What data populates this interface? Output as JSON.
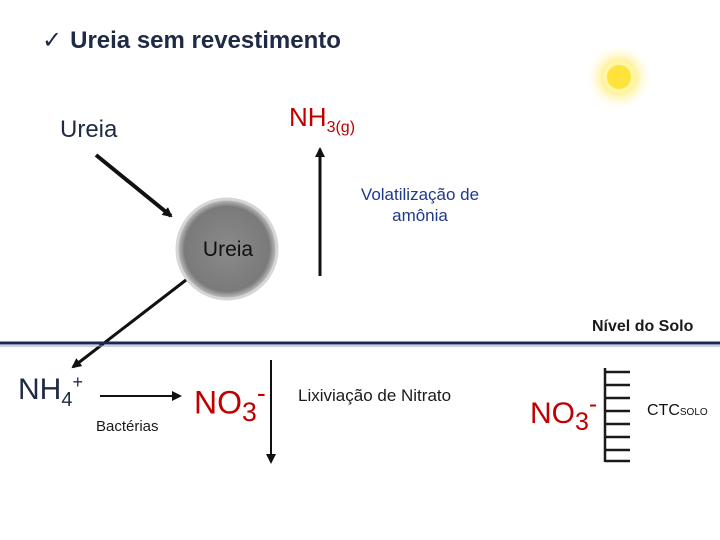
{
  "title": {
    "check": "✓",
    "text": "Ureia sem revestimento"
  },
  "ureia_label": "Ureia",
  "nh3": {
    "base": "NH",
    "sub": "3(g)"
  },
  "volatilization": "Volatilização de amônia",
  "circle_label": "Ureia",
  "soil_level": "Nível do Solo",
  "nh4": {
    "base": "NH",
    "sub": "4",
    "sup": "+"
  },
  "bacteria": "Bactérias",
  "no3": {
    "base": "NO",
    "sub": "3",
    "sup": "-"
  },
  "leaching": "Lixiviação de Nitrato",
  "ctc": {
    "base": "CTC",
    "sub": "SOLO"
  },
  "icons": [
    "sun-icon",
    "check-icon"
  ],
  "colors": {
    "red": "#c00000",
    "blue": "#1f3a8a",
    "navy": "#1f2a44",
    "soil_line": "#1a2a55",
    "circle": "#808080"
  }
}
